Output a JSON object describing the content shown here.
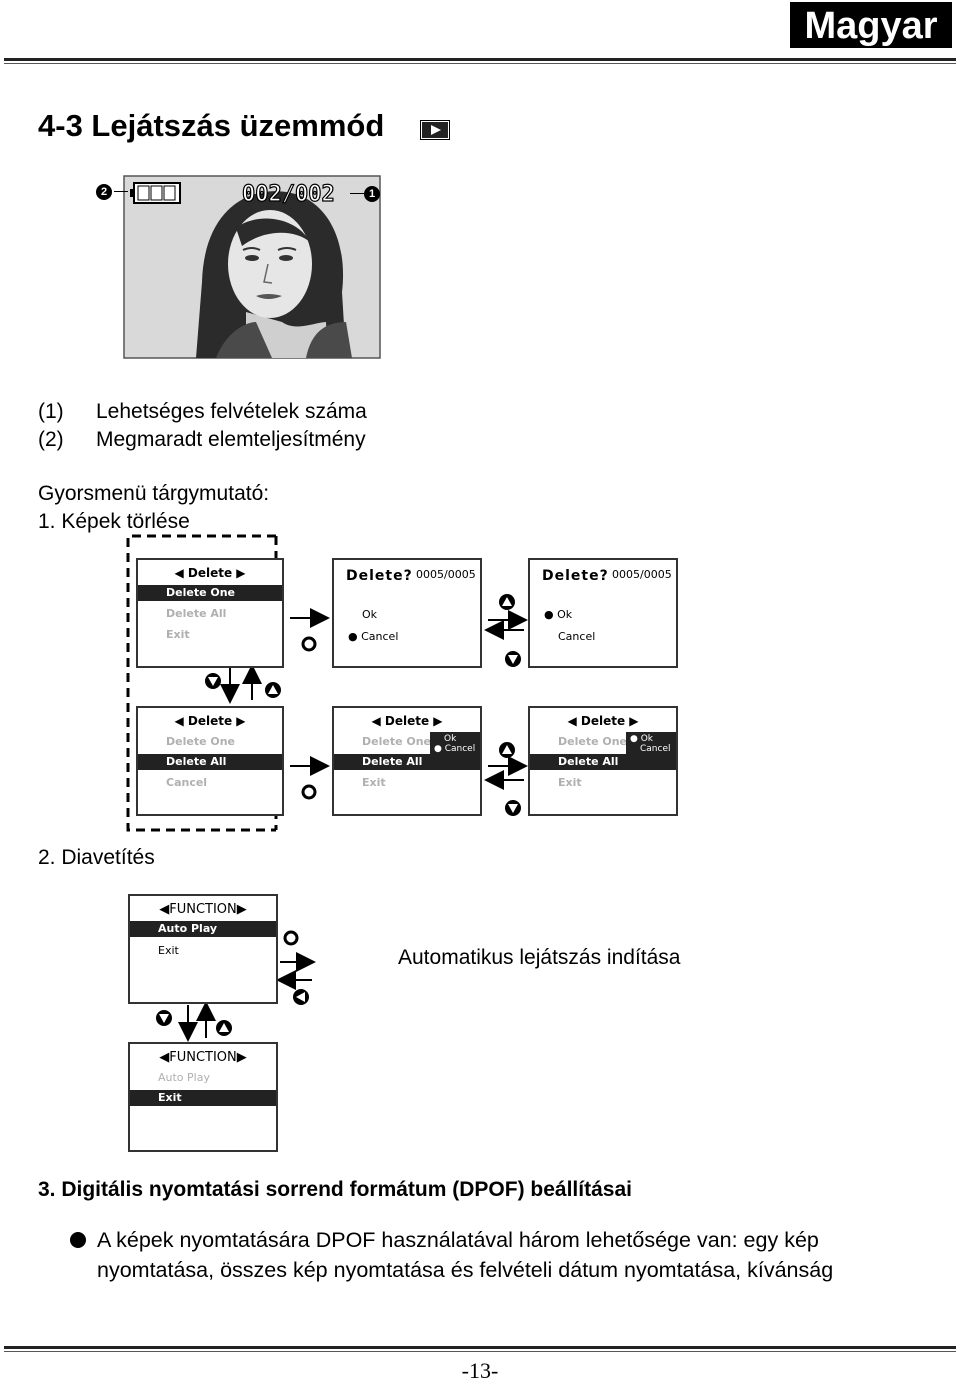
{
  "header": {
    "language": "Magyar"
  },
  "title": "4-3 Lejátszás üzemmód",
  "camera_screen": {
    "counter": "002/002",
    "callout_left": "2",
    "callout_right": "1"
  },
  "legend": [
    {
      "num": "(1)",
      "text": "Lehetséges felvételek száma"
    },
    {
      "num": "(2)",
      "text": "Megmaradt elemteljesítmény"
    }
  ],
  "quick_menu_heading": "Gyorsmenü tárgymutató:",
  "section1": {
    "title": "1. Képek törlése"
  },
  "delete_menu": {
    "header": "Delete",
    "delete_one": "Delete One",
    "delete_all": "Delete All",
    "exit": "Exit",
    "cancel": "Cancel",
    "dialog_title": "Delete?",
    "dialog_count": "0005/0005",
    "ok": "Ok",
    "dialog_cancel": "Cancel"
  },
  "section2": {
    "title": "2. Diavetítés",
    "note": "Automatikus lejátszás indítása"
  },
  "function_menu": {
    "header": "FUNCTION",
    "auto_play": "Auto Play",
    "exit": "Exit"
  },
  "section3": {
    "title": "3. Digitális nyomtatási sorrend formátum (DPOF) beállításai"
  },
  "bullet": {
    "line1": "A képek nyomtatására DPOF használatával három lehetősége van: egy kép",
    "line2": "nyomtatása, összes kép nyomtatása és felvételi dátum nyomtatása, kívánság"
  },
  "footer": {
    "page": "-13-"
  }
}
